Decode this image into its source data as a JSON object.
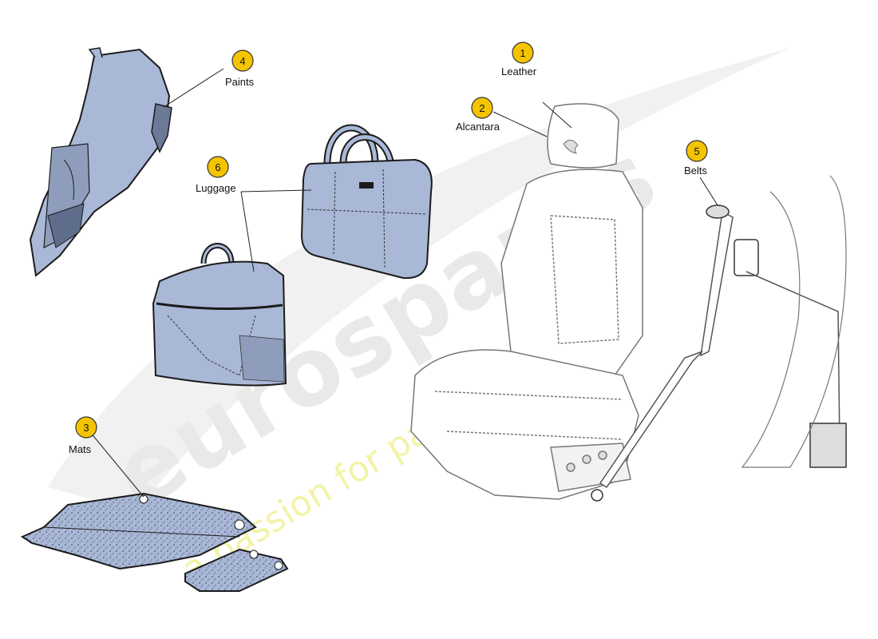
{
  "watermark": {
    "brand": "eurospares",
    "tagline": "a passion for parts since 1985"
  },
  "callouts": [
    {
      "id": "1",
      "number": "1",
      "label": "Leather"
    },
    {
      "id": "2",
      "number": "2",
      "label": "Alcantara"
    },
    {
      "id": "3",
      "number": "3",
      "label": "Mats"
    },
    {
      "id": "4",
      "number": "4",
      "label": "Paints"
    },
    {
      "id": "5",
      "number": "5",
      "label": "Belts"
    },
    {
      "id": "6",
      "number": "6",
      "label": "Luggage"
    }
  ],
  "colors": {
    "part_fill": "#a9b8d6",
    "part_stroke": "#1b1b1b",
    "outline_stroke": "#777777",
    "callout_fill": "#f5c400",
    "callout_stroke": "#333333",
    "mat_speckle": "#4a5675"
  }
}
